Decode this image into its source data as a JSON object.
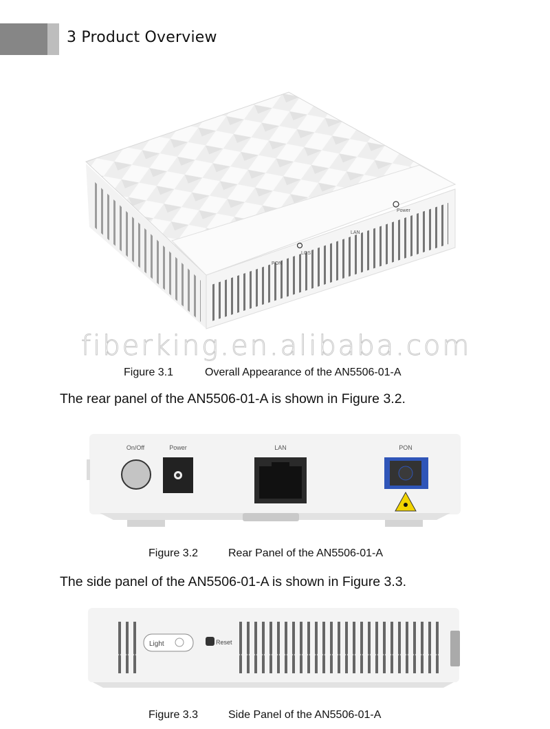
{
  "header": {
    "section_title": "3  Product Overview"
  },
  "figure1": {
    "caption_number": "Figure  3.1",
    "caption_text": "Overall Appearance of the AN5506-01-A",
    "indicators": [
      "PON",
      "LOS",
      "LAN",
      "Power"
    ],
    "watermark": "fiberking.en.alibaba.com"
  },
  "paragraph1": "The rear panel of the AN5506-01-A is shown in Figure 3.2.",
  "figure2": {
    "caption_number": "Figure  3.2",
    "caption_text": "Rear Panel of the AN5506-01-A",
    "port_labels": [
      "On/Off",
      "Power",
      "LAN",
      "PON"
    ],
    "pon_color": "#2f55b8",
    "laser_warning_color": "#f2d400"
  },
  "paragraph2": "The side panel of the AN5506-01-A is shown in Figure 3.3.",
  "figure3": {
    "caption_number": "Figure  3.3",
    "caption_text": "Side Panel of the AN5506-01-A",
    "labels": [
      "Light",
      "Reset"
    ]
  }
}
